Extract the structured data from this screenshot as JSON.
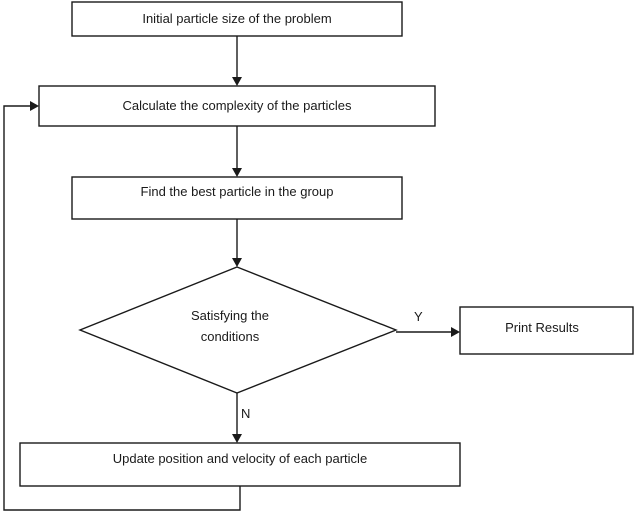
{
  "nodes": {
    "init": {
      "label": "Initial particle size of the problem"
    },
    "calc": {
      "label": "Calculate the complexity of the particles"
    },
    "best": {
      "label": "Find the best particle in the group"
    },
    "decision": {
      "line1": "Satisfying the",
      "line2": "conditions"
    },
    "print": {
      "label": "Print Results"
    },
    "update": {
      "label": "Update position and velocity of each particle"
    }
  },
  "edges": {
    "yes_label": "Y",
    "no_label": "N"
  }
}
